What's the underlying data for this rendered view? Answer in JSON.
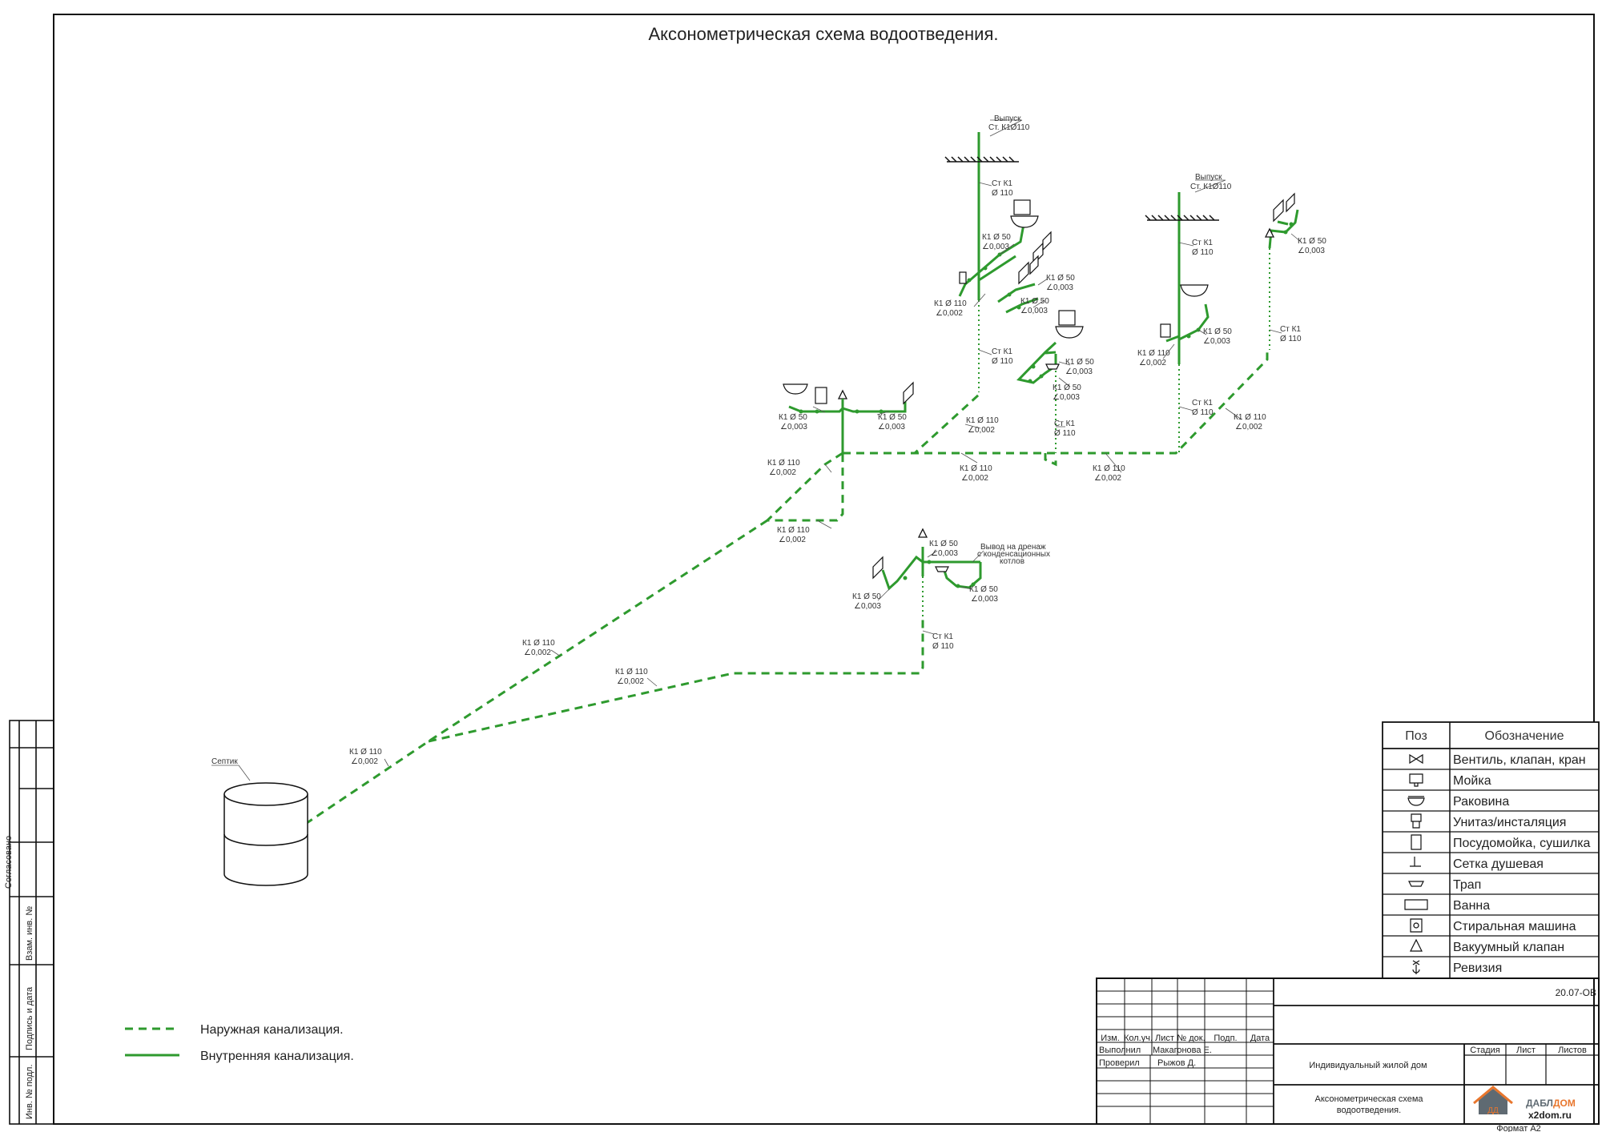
{
  "title": "Аксонометрическая схема  водоотведения.",
  "colors": {
    "pipe": "#2e9a2e",
    "frame": "#111111",
    "brand_orange": "#e8762d"
  },
  "labels": {
    "vypusk": "Выпуск",
    "st_k1_110_a": "Ст. К1Ø110",
    "st_k1_110_b": "Ст. К1Ø110",
    "st_k1": "Ст К1",
    "d110": "Ø 110",
    "k1_50": "К1 Ø 50",
    "k1_110": "К1 Ø 110",
    "sl003": "∠0,003",
    "sl002": "∠0,002",
    "drain1": "Вывод на дренаж",
    "drain2": "с конденсационных",
    "drain3": "котлов",
    "septic": "Септик"
  },
  "legend": {
    "outer": "Наружная канализация.",
    "inner": "Внутренняя канализация."
  },
  "symbol_table": {
    "col_pos": "Поз",
    "col_desc": "Обозначение",
    "rows": [
      {
        "icon": "valve-icon",
        "label": "Вентиль, клапан, кран"
      },
      {
        "icon": "kitchen-sink-icon",
        "label": "Мойка"
      },
      {
        "icon": "washbasin-icon",
        "label": "Раковина"
      },
      {
        "icon": "toilet-icon",
        "label": "Унитаз/инсталяция"
      },
      {
        "icon": "dishwasher-icon",
        "label": "Посудомойка, сушилка"
      },
      {
        "icon": "shower-drain-icon",
        "label": "Сетка душевая"
      },
      {
        "icon": "trap-icon",
        "label": "Трап"
      },
      {
        "icon": "bathtub-icon",
        "label": "Ванна"
      },
      {
        "icon": "washing-machine-icon",
        "label": "Стиральная машина"
      },
      {
        "icon": "vacuum-valve-icon",
        "label": "Вакуумный клапан"
      },
      {
        "icon": "revision-icon",
        "label": "Ревизия"
      }
    ]
  },
  "side_stamp": {
    "soglasovano": "Согласовано",
    "vzam": "Взам. инв. №",
    "podpis": "Подпись и дата",
    "inv": "Инв. № подл."
  },
  "title_block": {
    "code": "20.07-ОВ",
    "col_izm": "Изм.",
    "col_kol": "Кол.уч.",
    "col_list": "Лист",
    "col_doc": "№ док.",
    "col_podp": "Подп.",
    "col_date": "Дата",
    "role1": "Выполнил",
    "name1": "Макагонова Е.",
    "role2": "Проверил",
    "name2": "Рыжов Д.",
    "project": "Индивидуальный жилой дом",
    "stage": "Стадия",
    "sheet": "Лист",
    "sheets": "Листов",
    "drawing1": "Аксонометрическая схема",
    "drawing2": "водоотведения.",
    "brand1": "ДАБЛ",
    "brand2": "ДОМ",
    "site": "x2dom.ru",
    "logo_letters": "ДД",
    "format": "Формат А2"
  }
}
